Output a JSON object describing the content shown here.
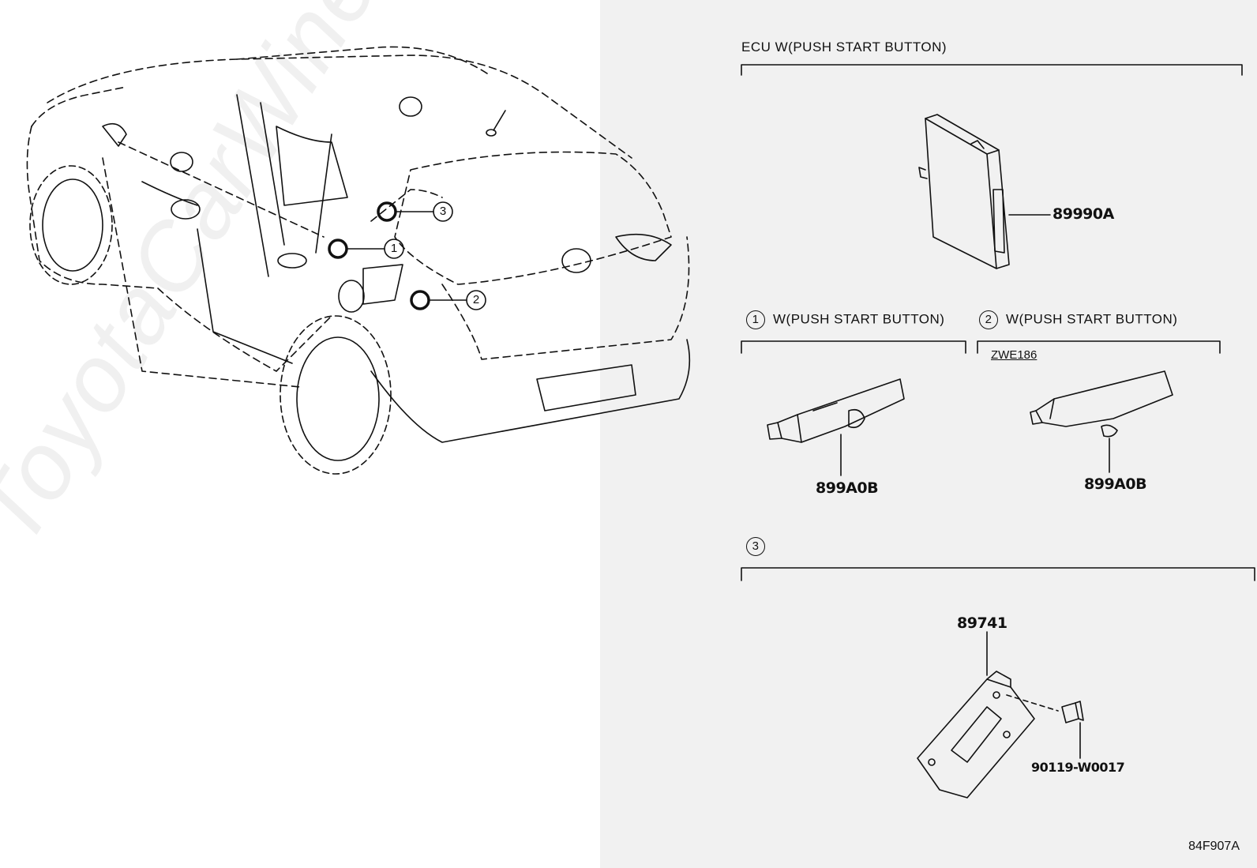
{
  "watermark": "ToyotaCarWine.ru",
  "sections": {
    "ecu": {
      "label": "ECU  W(PUSH START BUTTON)",
      "part": "89990A"
    },
    "s1": {
      "num": "1",
      "label": "W(PUSH START BUTTON)",
      "part": "899A0B"
    },
    "s2": {
      "num": "2",
      "label": "W(PUSH START BUTTON)",
      "model": "ZWE186",
      "part": "899A0B"
    },
    "s3": {
      "num": "3",
      "part_bracket": "89741",
      "part_bolt": "90119-W0017"
    }
  },
  "car_callouts": [
    "1",
    "2",
    "3"
  ],
  "diagram_id": "84F907A"
}
